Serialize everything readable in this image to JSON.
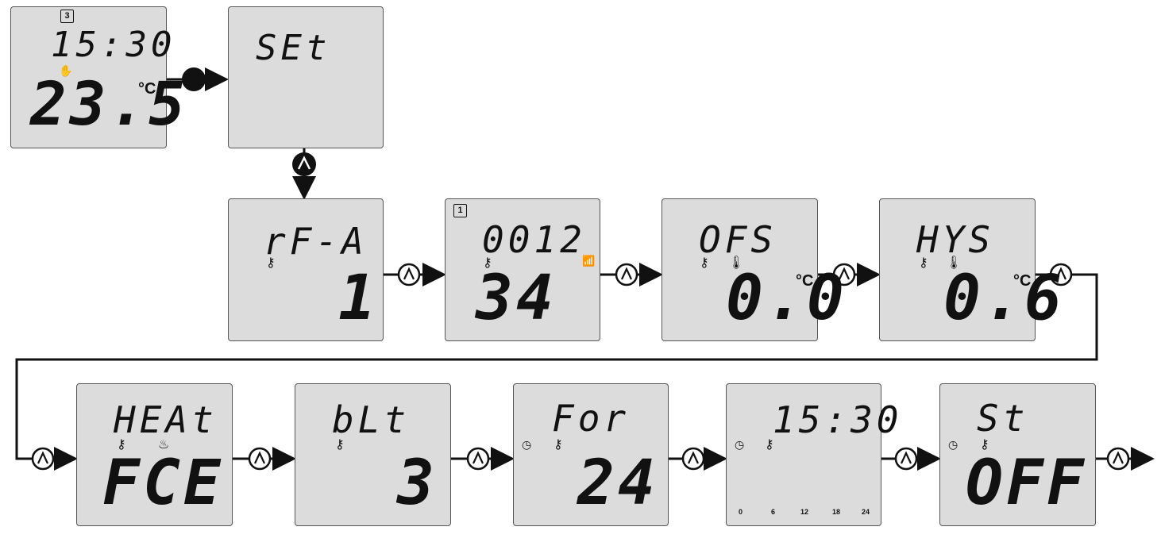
{
  "screens": {
    "home": {
      "badge": "3",
      "time": "15:30",
      "temp": "23.5",
      "unit": "°C",
      "mode_icon": "hand-icon"
    },
    "set": {
      "text": "SEt"
    },
    "rfa": {
      "label": "rF-A",
      "value": "1",
      "icon": "key-icon"
    },
    "id": {
      "badge": "1",
      "label": "0012",
      "value": "34",
      "icons": [
        "key-icon",
        "antenna-icon"
      ]
    },
    "ofs": {
      "label": "OFS",
      "value": "0.0",
      "unit": "°C",
      "icons": [
        "key-icon",
        "thermometer-icon"
      ]
    },
    "hys": {
      "label": "HYS",
      "value": "0.6",
      "unit": "°C",
      "icons": [
        "key-icon",
        "thermometer-icon"
      ]
    },
    "heat": {
      "label": "HEAt",
      "value": "FCE",
      "icons": [
        "key-icon",
        "heating-icon"
      ]
    },
    "blt": {
      "label": "bLt",
      "value": "3",
      "icon": "key-icon"
    },
    "for": {
      "label": "For",
      "value": "24",
      "icons": [
        "clock-icon",
        "key-icon"
      ]
    },
    "clock": {
      "time": "15:30",
      "icons": [
        "clock-icon",
        "key-icon"
      ],
      "axis": [
        "0",
        "6",
        "12",
        "18",
        "24"
      ]
    },
    "st": {
      "label": "St",
      "value": "OFF",
      "icons": [
        "clock-icon",
        "key-icon"
      ]
    }
  },
  "buttons": {
    "ok_icon": "filled-circle-button-icon",
    "up_icon": "up-arrow-button-icon"
  }
}
